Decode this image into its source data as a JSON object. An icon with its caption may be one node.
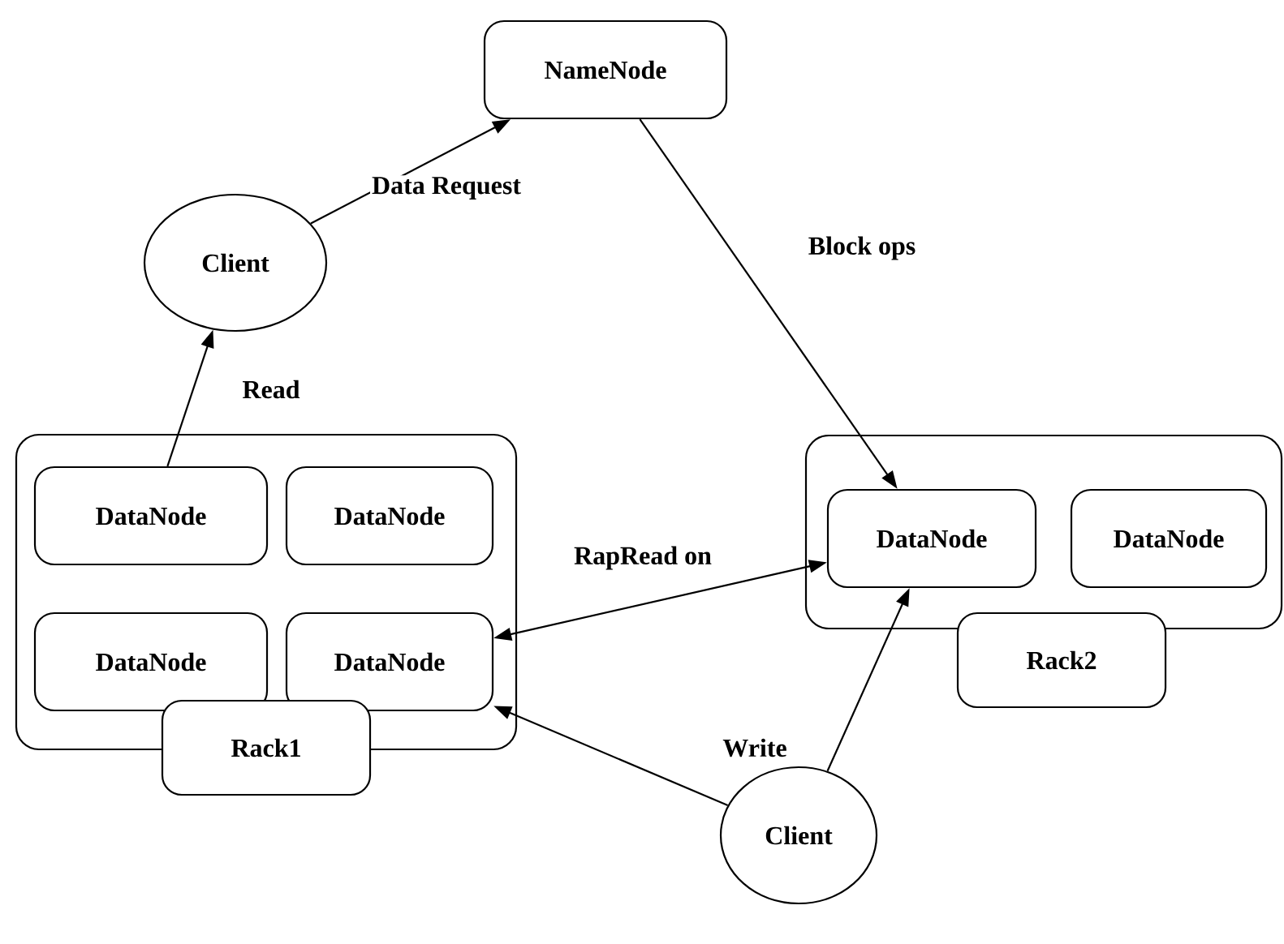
{
  "diagram": {
    "nodes": [
      {
        "text": [
          "NameNode"
        ]
      },
      {
        "text": [
          "Client"
        ]
      },
      {
        "text": [],
        "shape": "box"
      },
      {
        "text": [
          "DataNode"
        ],
        "in": 2
      },
      {
        "text": [
          "DataNode"
        ],
        "in": 2
      },
      {
        "text": [
          "DataNode"
        ],
        "in": 2
      },
      {
        "text": [
          "DataNode"
        ],
        "in": 2
      },
      {
        "text": [
          "Rack1"
        ]
      },
      {
        "text": [],
        "shape": "box"
      },
      {
        "text": [
          "DataNode"
        ],
        "in": 8
      },
      {
        "text": [
          "DataNode"
        ],
        "in": 8
      },
      {
        "text": [
          "Rack2"
        ]
      },
      {
        "text": [
          "Client"
        ]
      }
    ],
    "edges": [
      {
        "from": 1,
        "to": 0,
        "arrow": "to",
        "label": "Data Request"
      },
      {
        "from": 3,
        "to": 1,
        "arrow": "to",
        "label": "Read"
      },
      {
        "from": 0,
        "to": 9,
        "arrow": "to",
        "label": "Block ops"
      },
      {
        "from": 6,
        "to": 9,
        "arrow": "both",
        "label": "RapRead on"
      },
      {
        "from": 12,
        "to": 6,
        "arrow": "to"
      },
      {
        "from": 12,
        "to": 9,
        "arrow": "to",
        "label": "Write"
      }
    ]
  }
}
